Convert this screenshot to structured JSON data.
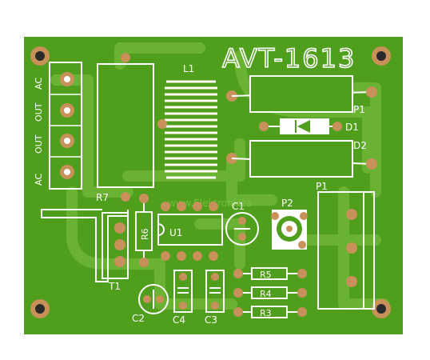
{
  "board": {
    "title": "AVT-1613",
    "watermark": "www.Elektronicza",
    "colors": {
      "substrate": "#4f9e1c",
      "copper": "#6bb234",
      "silk": "#ffffff",
      "pad": "#c8915a",
      "drill": "#2a2a2a"
    }
  },
  "connector": {
    "labels": [
      "AC",
      "OUT",
      "OUT",
      "AC"
    ]
  },
  "components": {
    "l1": "L1",
    "r7": "R7",
    "d1": "D1",
    "p1": "P1",
    "p1b": "P1",
    "d2": "D2",
    "c1": "C1",
    "p2": "P2",
    "u1": "U1",
    "r6": "R6",
    "t1": "T1",
    "c2": "C2",
    "c4": "C4",
    "c3": "C3",
    "r5": "R5",
    "r4": "R4",
    "r3": "R3"
  }
}
